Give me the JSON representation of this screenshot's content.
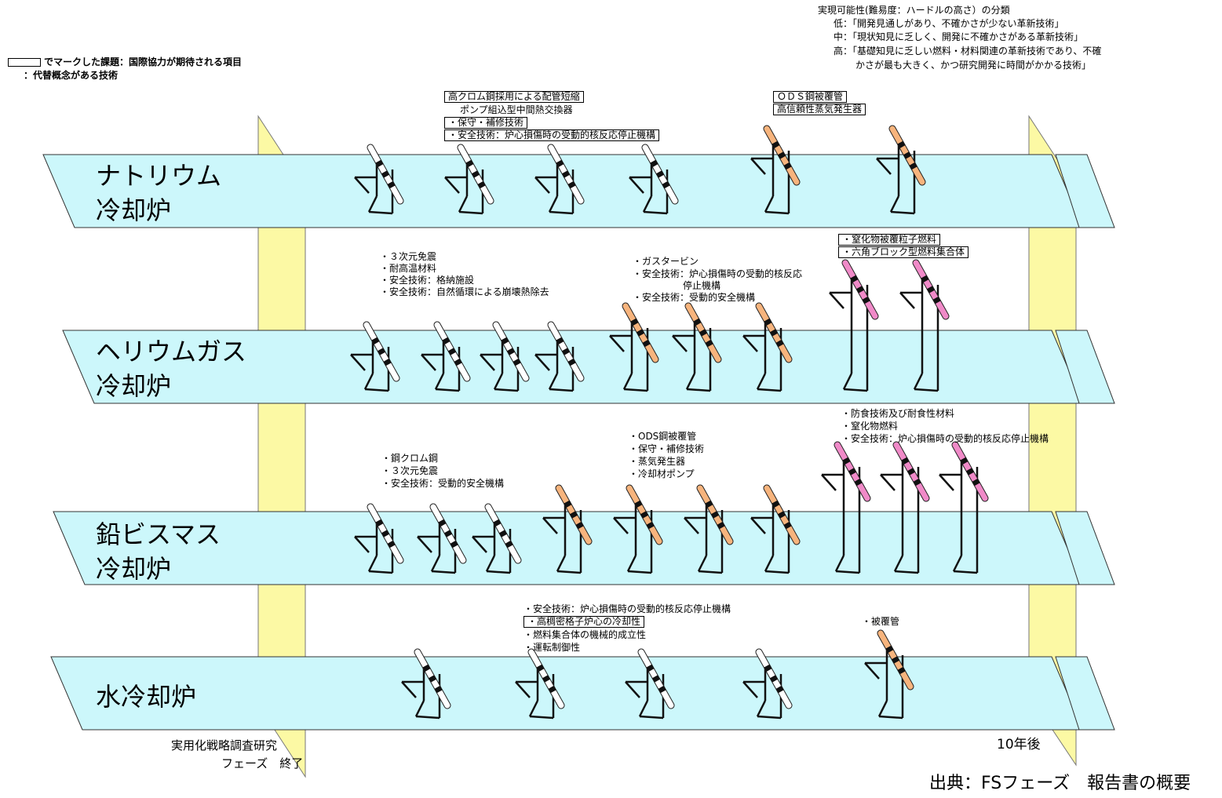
{
  "legend": {
    "marked_issue": "でマークした課題：国際協力が期待される項目",
    "alternative": "：代替概念がある技術",
    "classification_title": "実現可能性(難易度：ハードルの高さ）の分類",
    "low": "低：「開発見通しがあり、不確かさが少ない革新技術」",
    "mid": "中：「現状知見に乏しく、開発に不確かさがある革新技術」",
    "high_1": "高：「基礎知見に乏しい燃料・材料関連の革新技術であり、不確",
    "high_2": "かさが最も大きく、かつ研究開発に時間がかかる技術」"
  },
  "reactors": {
    "sodium": {
      "name_1": "ナトリウム",
      "name_2": "冷却炉",
      "notes_low": [
        "高クロム鋼採用による配管短縮",
        "ポンプ組込型中間熱交換器",
        "・保守・補修技術",
        "・安全技術：炉心損傷時の受動的核反応停止機構"
      ],
      "notes_mid": [
        "ＯＤＳ鋼被覆管",
        "高信頼性蒸気発生器"
      ]
    },
    "helium": {
      "name_1": "ヘリウムガス",
      "name_2": "冷却炉",
      "notes_low": [
        "・３次元免震",
        "・耐高温材料",
        "・安全技術：格納施設",
        "・安全技術：自然循環による崩壊熱除去"
      ],
      "notes_mid": [
        "・ガスタービン",
        "・安全技術：炉心損傷時の受動的核反応",
        "停止機構",
        "・安全技術：受動的安全機構"
      ],
      "notes_high": [
        "・窒化物被覆粒子燃料",
        "・六角ブロック型燃料集合体"
      ]
    },
    "lead": {
      "name_1": "鉛ビスマス",
      "name_2": "冷却炉",
      "notes_low": [
        "・鋼クロム鋼",
        "・３次元免震",
        "・安全技術：受動的安全機構"
      ],
      "notes_mid": [
        "・ODS鋼被覆管",
        "・保守・補修技術",
        "・蒸気発生器",
        "・冷却材ポンプ"
      ],
      "notes_high": [
        "・防食技術及び耐食性材料",
        "・窒化物燃料",
        "・安全技術：炉心損傷時の受動的核反応停止機構"
      ]
    },
    "water": {
      "name_1": "水冷却炉",
      "notes_low": [
        "・安全技術：炉心損傷時の受動的核反応停止機構",
        "・高稠密格子炉心の冷却性",
        "・燃料集合体の機械的成立性",
        "・運転制御性"
      ],
      "notes_mid": [
        "・被覆管"
      ]
    }
  },
  "bottom": {
    "phase_end_1": "実用化戦略調査研究",
    "phase_end_2": "フェーズ　終了",
    "ten_years": "10年後",
    "source": "出典：FSフェーズ　報告書の概要"
  },
  "colors": {
    "track": "#ccf7fb",
    "wall": "#fcf9a4",
    "hurdle_low": "#ffffff",
    "hurdle_mid": "#f7b47d",
    "hurdle_high": "#f08ac8"
  },
  "hurdles": {
    "sodium": [
      "low",
      "low",
      "low",
      "low",
      "mid",
      "mid"
    ],
    "helium": [
      "low",
      "low",
      "low",
      "low",
      "mid",
      "mid",
      "mid",
      "high",
      "high"
    ],
    "lead": [
      "low",
      "low",
      "low",
      "mid",
      "mid",
      "mid",
      "mid",
      "high",
      "high",
      "high"
    ],
    "water": [
      "low",
      "low",
      "low",
      "low",
      "mid"
    ]
  }
}
